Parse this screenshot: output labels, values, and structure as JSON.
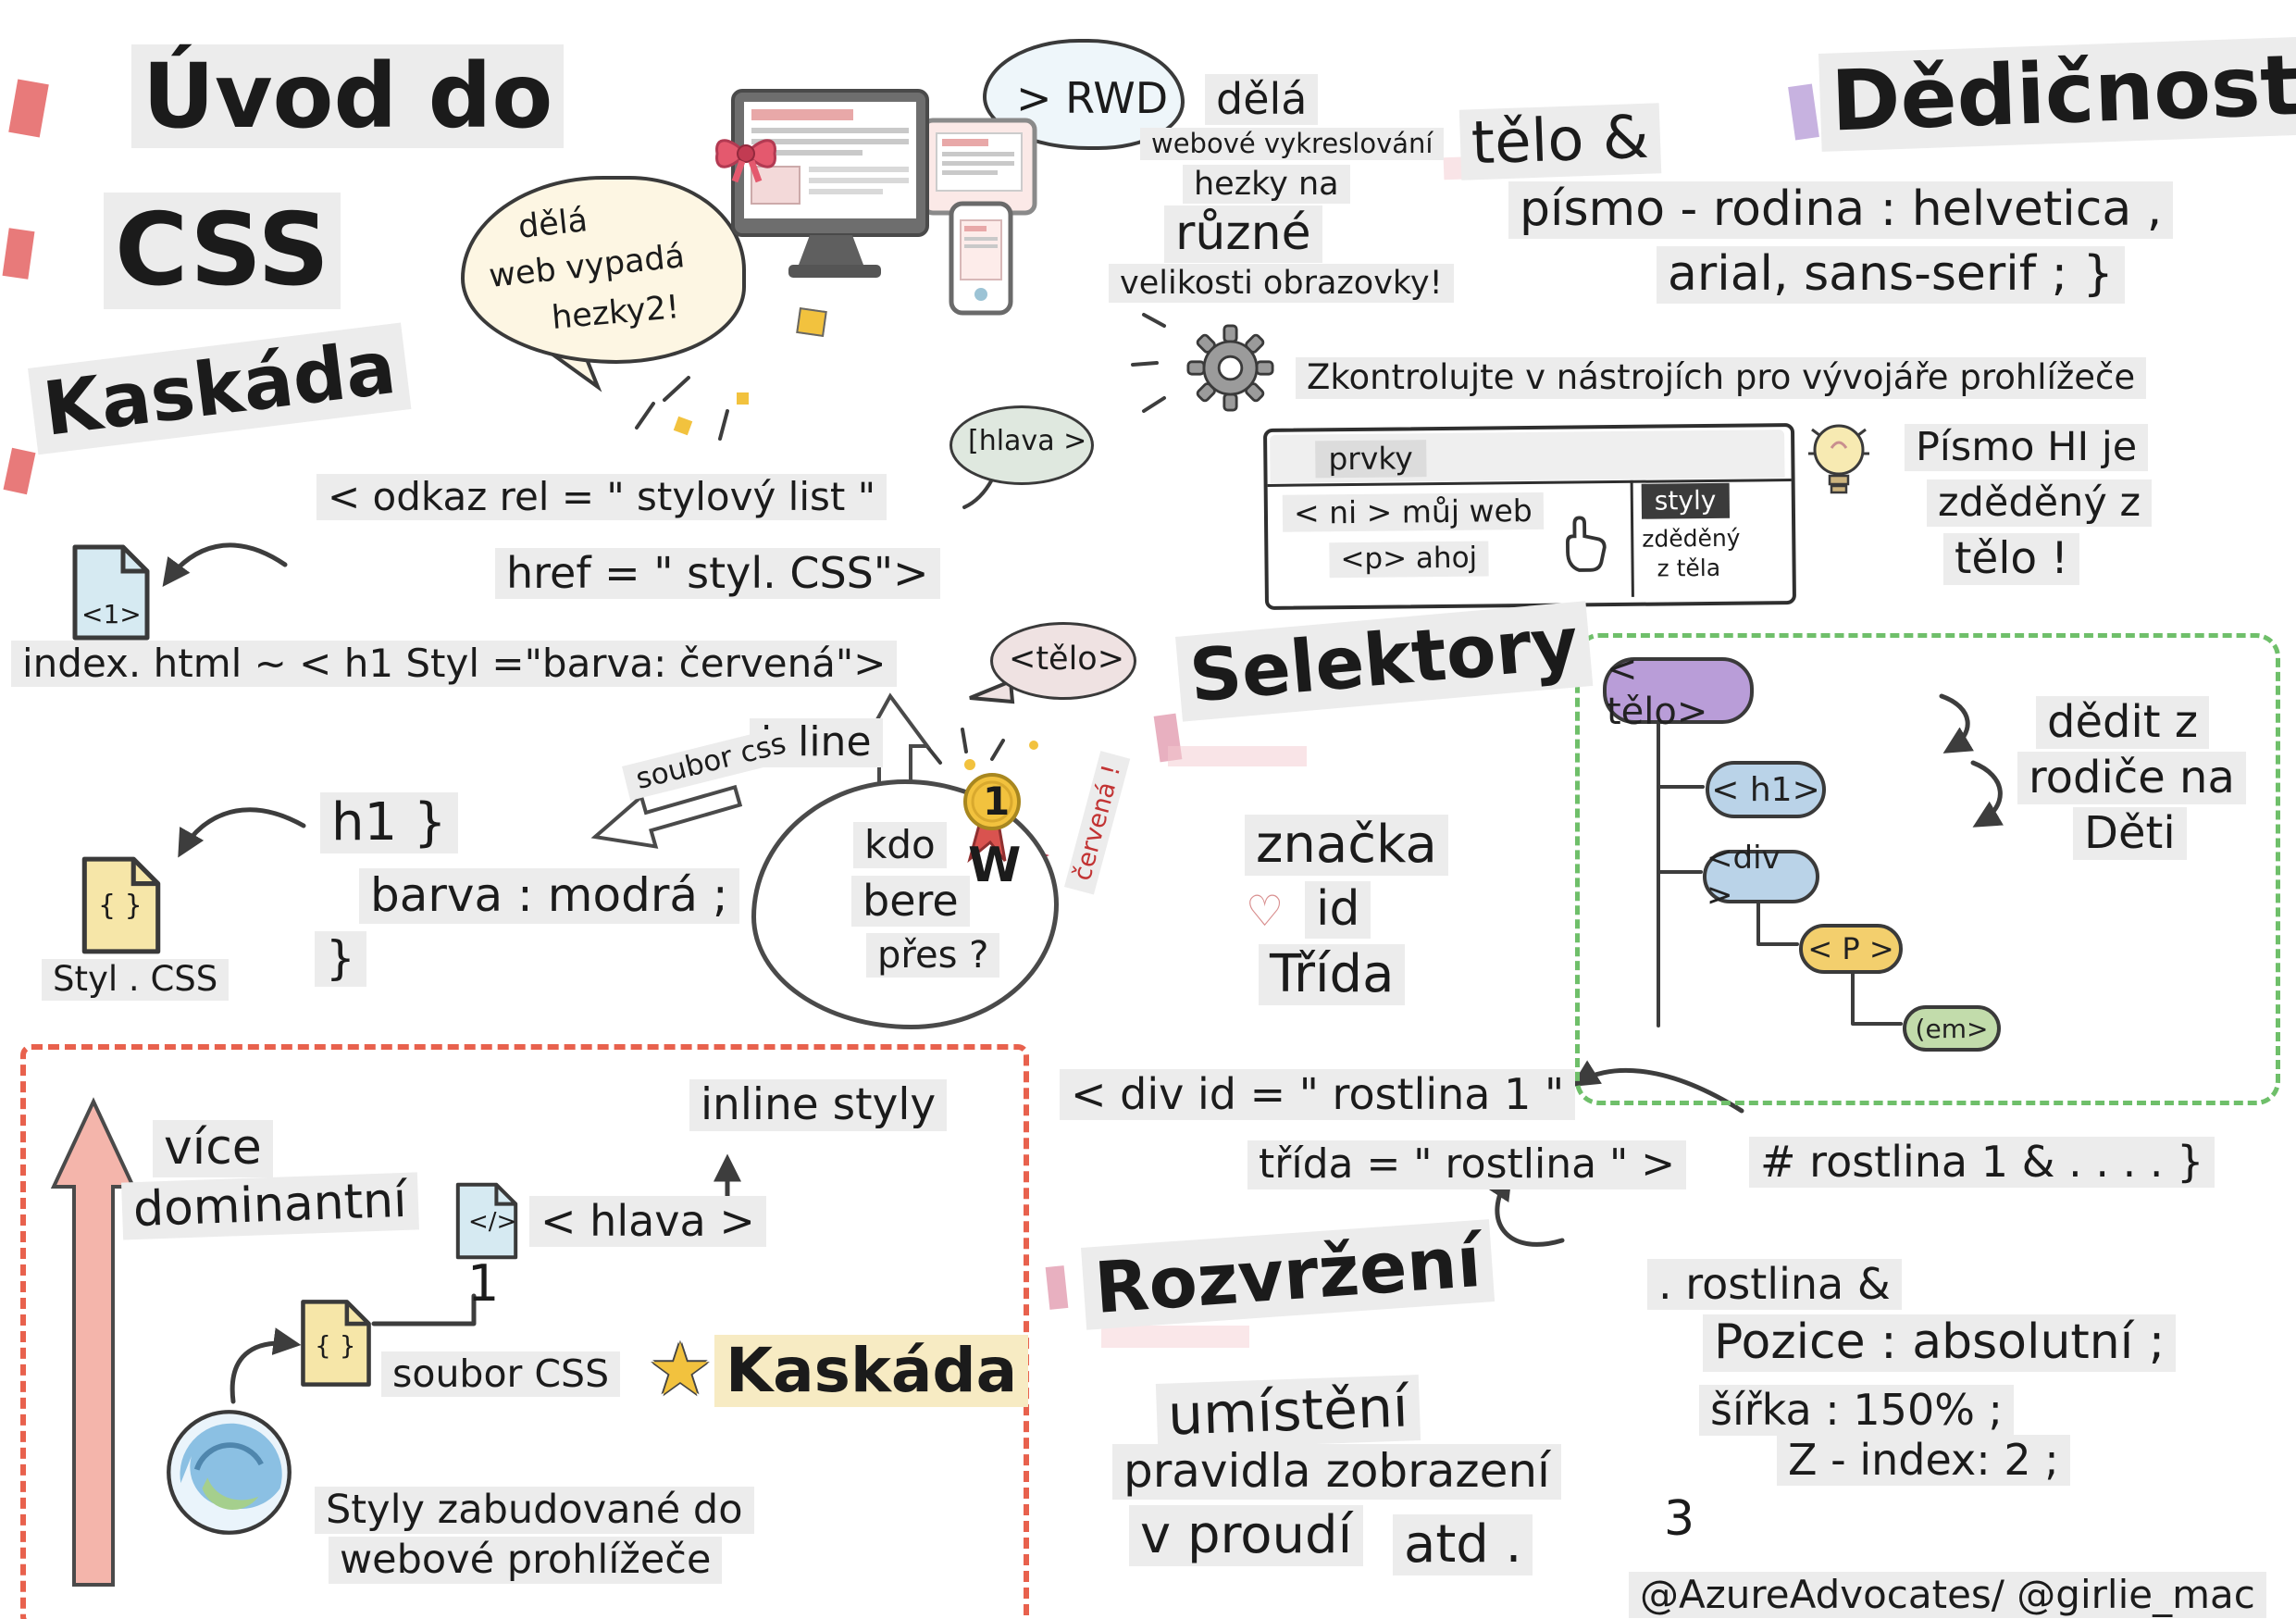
{
  "page": {
    "credit": "@AzureAdvocates/ @girlie_mac"
  },
  "colors": {
    "highlight": "#ececec",
    "red_dash": "#e8614d",
    "green_dash": "#6fbf6a",
    "accent_red": "#e4596e",
    "medal_gold": "#f2c23e"
  },
  "title": {
    "line1": "Úvod do",
    "line2": "CSS"
  },
  "rwd": {
    "speech": [
      "dělá",
      "web vypadá",
      "hezky2!"
    ],
    "cloud": "> RWD",
    "notes": [
      "dělá",
      "webové vykreslování",
      "hezky na",
      "různé",
      "velikosti obrazovky!"
    ]
  },
  "dedicnost": {
    "heading": "Dědičnost",
    "telo": "tělo &",
    "css1": "písmo - rodina : helvetica ,",
    "css2": "arial, sans-serif ; }",
    "devtools_note": "Zkontrolujte v nástrojích pro vývojáře prohlížeče",
    "panel": {
      "tab": "prvky",
      "row1": "< ni > můj web",
      "row2": "<p> ahoj",
      "badge": "styly",
      "inherit1": "zděděný",
      "inherit2": "z těla"
    },
    "tip1": "Písmo HI je",
    "tip2": "zděděný z",
    "tip3": "tělo !"
  },
  "kaskada": {
    "heading": "Kaskáda",
    "link_line1": "< odkaz rel = \" stylový list \"",
    "link_line2": "href = \" styl. CSS\">",
    "doc_html_label": "<1>",
    "index_line": "index. html ~ < h1 Styl =\"barva: červená\">",
    "hlava_bubble": "[hlava >",
    "telo_bubble": "<tělo>",
    "inline_label": "inline",
    "file_label": "soubor css",
    "cloud": [
      "kdo",
      "bere",
      "přes ?"
    ],
    "medal_number": "1",
    "winner": "W",
    "cervena_note": "červená !",
    "css_h1": "h1 }",
    "css_barva": "barva : modrá ;",
    "css_brace": "}",
    "doc_css_label": "{ }",
    "doc_css_name": "Styl . CSS"
  },
  "selektory": {
    "heading": "Selektory",
    "znacka": "značka",
    "heart_glyph": "♡",
    "id": "id",
    "trida": "Třída",
    "div_line1": "< div id = \" rostlina 1 \"",
    "div_line2": "třída = \" rostlina \" >",
    "id_rule": "# rostlina 1 & . . . . }",
    "class_rule": ". rostlina &",
    "pozice": "Pozice : absolutní ;",
    "sirka": "šířka : 150% ;",
    "zindex": "Z - index: 2 ;",
    "num3": "3"
  },
  "tree": {
    "telo": "< tělo>",
    "h1": "< h1>",
    "div": "<div >",
    "p": "< P >",
    "em": "(em>",
    "note1": "dědit z",
    "note2": "rodiče na",
    "note3": "Děti"
  },
  "cascade": {
    "vice": "více",
    "dominantni": "dominantní",
    "inline_styly": "inline styly",
    "hlava": "< hlava >",
    "one": "1",
    "doc_head_label": "</>",
    "doc_file_label": "{ }",
    "soubor_css": "soubor CSS",
    "star_glyph": "★",
    "kaskada": "Kaskáda",
    "browser1": "Styly zabudované do",
    "browser2": "webové prohlížeče"
  },
  "rozvrzeni": {
    "heading": "Rozvržení",
    "umisteni": "umístění",
    "pravidla": "pravidla zobrazení",
    "vproudi": "v proudí",
    "atd": "atd ."
  }
}
